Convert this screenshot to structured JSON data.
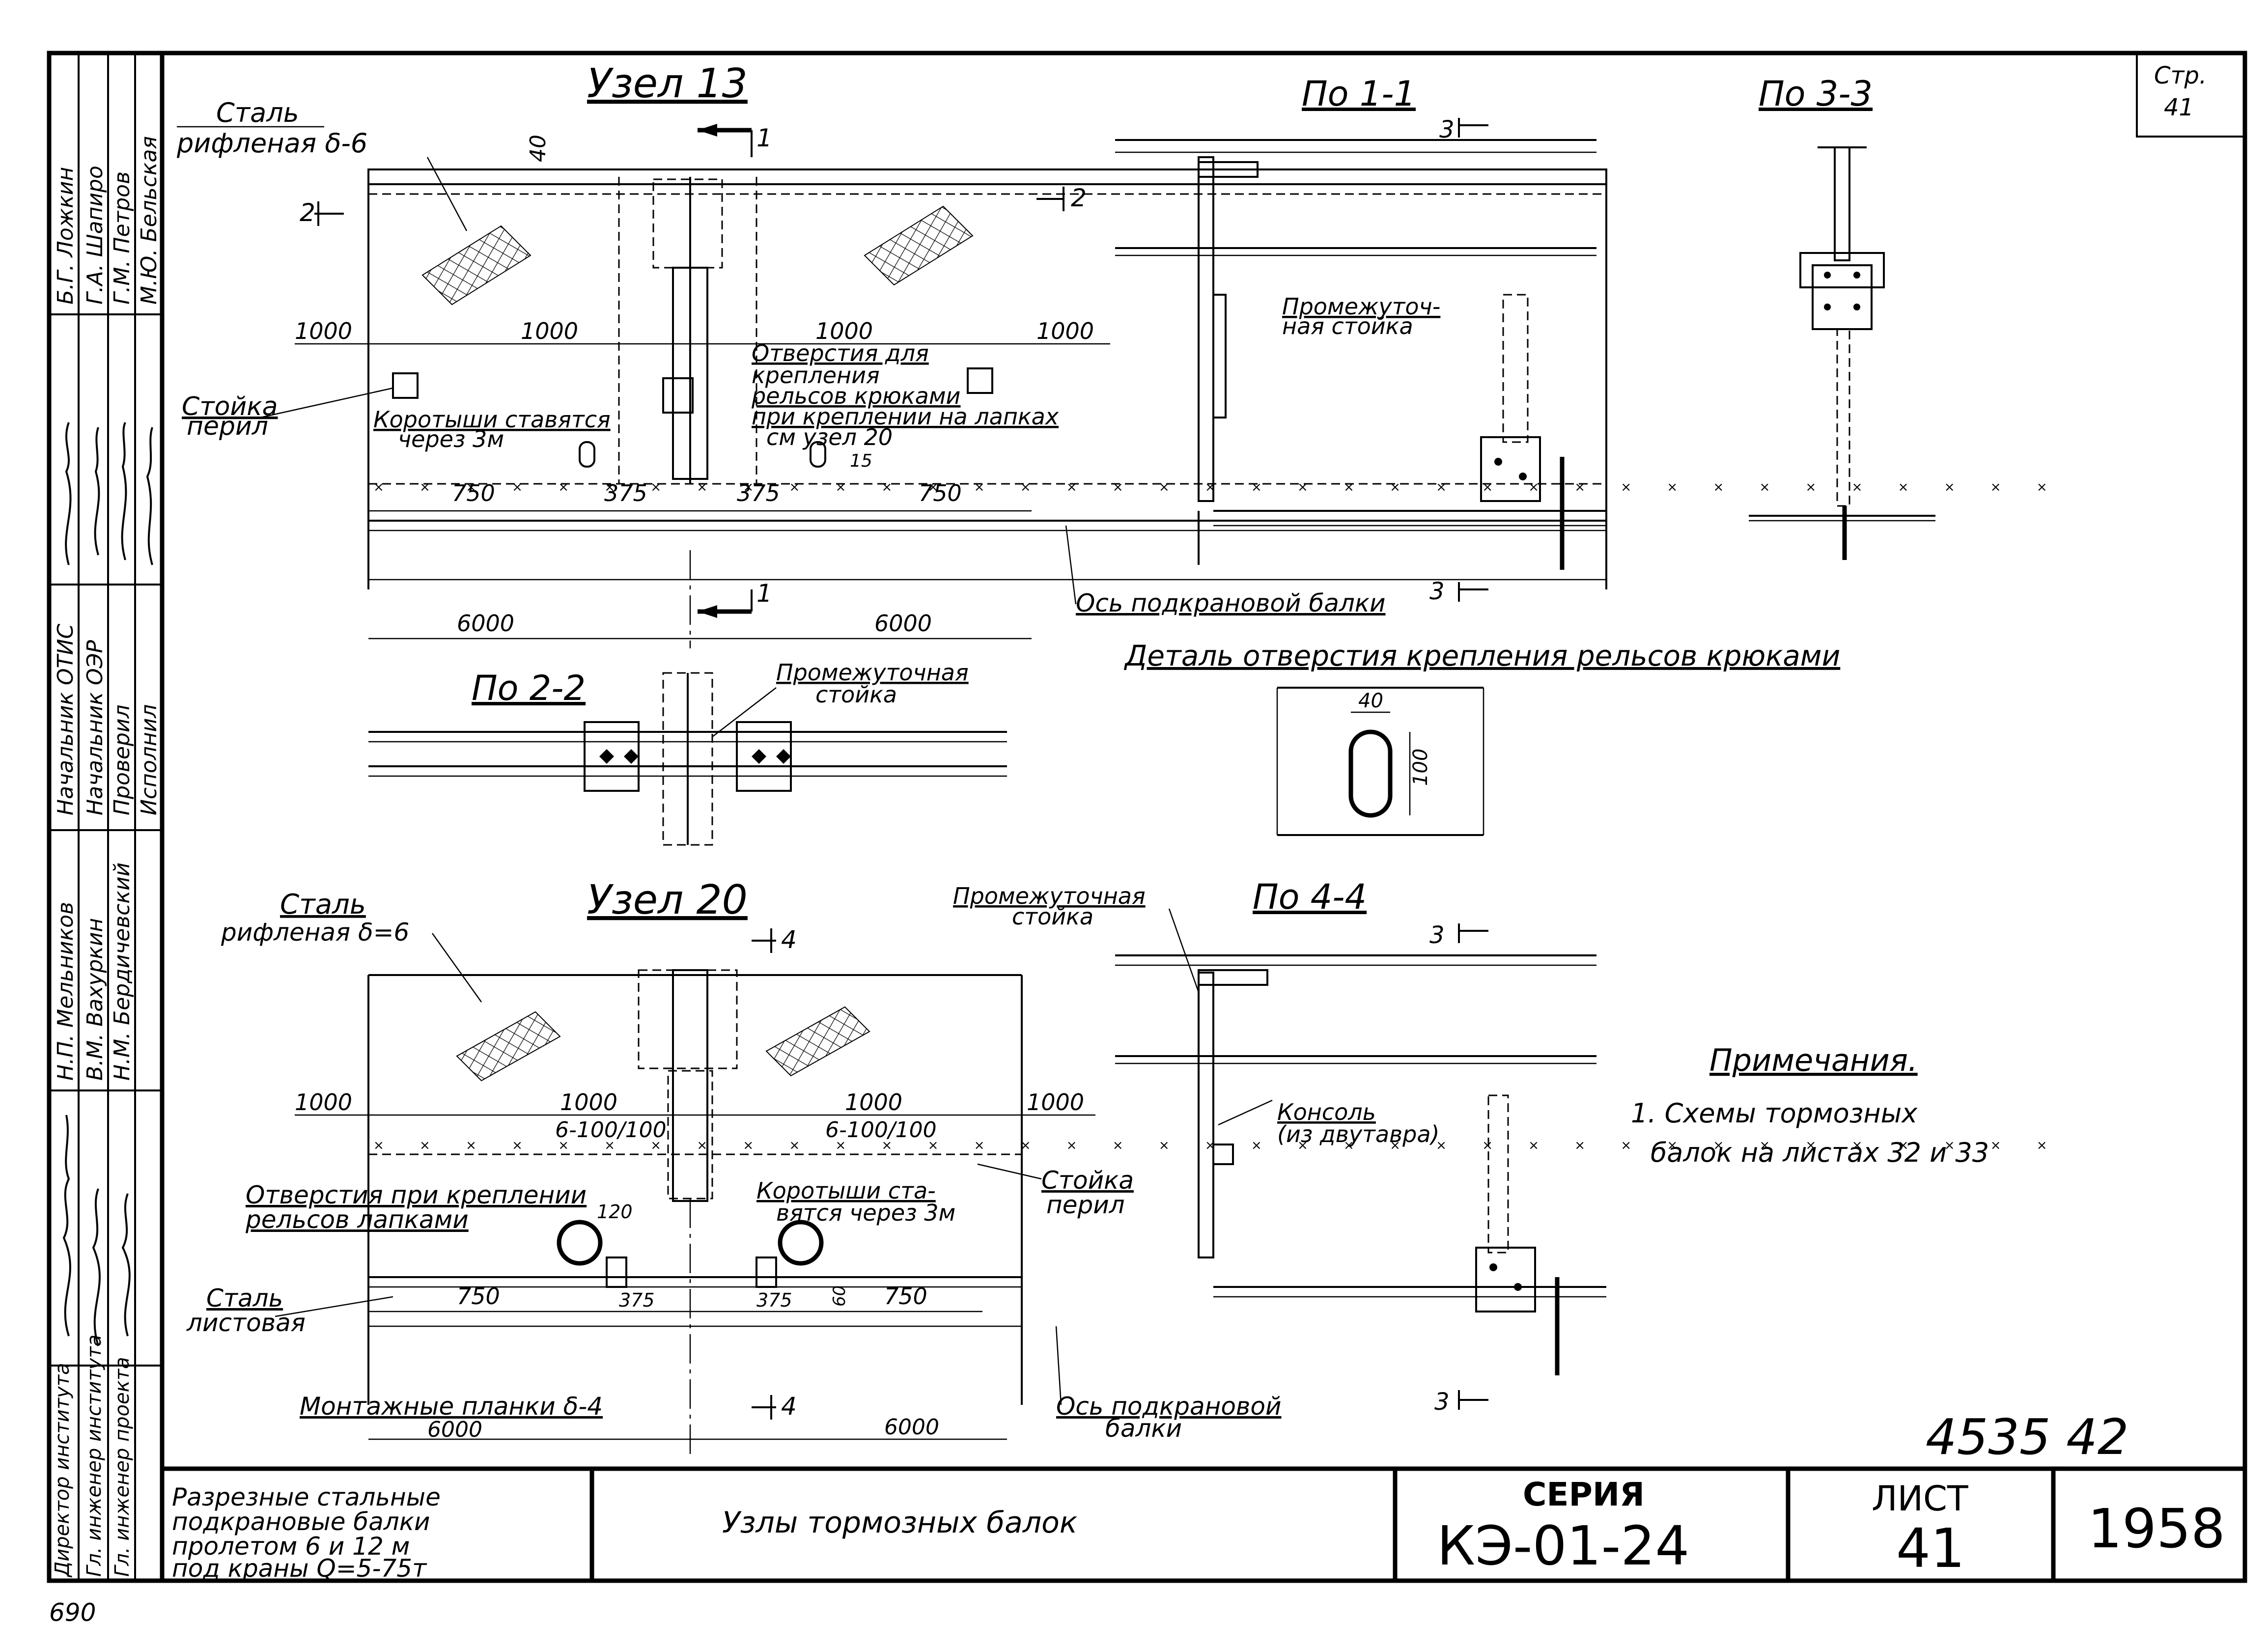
{
  "page_ref": {
    "label": "Стр.",
    "number": "41"
  },
  "node13": {
    "title": "Узел 13",
    "steel_label_1": "Сталь",
    "steel_label_2": "рифленая δ-6",
    "dim_40": "40",
    "sec1": "1",
    "sec2": "2",
    "d1000a": "1000",
    "d1000b": "1000",
    "d1000c": "1000",
    "d1000d": "1000",
    "holes_1": "Отверстия для",
    "holes_2": "крепления",
    "holes_3": "рельсов крюками",
    "holes_4": "при креплении на лапках",
    "holes_5": "см узел 20",
    "post_1": "Стойка",
    "post_2": "перил",
    "stub_1": "Коротыши ставятся",
    "stub_2": "через 3м",
    "d15": "15",
    "d750a": "750",
    "d375a": "375",
    "d375b": "375",
    "d750b": "750",
    "d6000a": "6000",
    "d6000b": "6000"
  },
  "sec11": {
    "title": "По 1-1",
    "mark_top": "3",
    "mark_bottom": "3",
    "post_1": "Промежуточ-",
    "post_2": "ная стойка",
    "axis_label": "Ось подкрановой балки"
  },
  "sec33": {
    "title": "По 3-3"
  },
  "sec22": {
    "title": "По 2-2",
    "post_1": "Промежуточная",
    "post_2": "стойка"
  },
  "detail": {
    "title": "Деталь отверстия крепления рельсов крюками",
    "d40": "40",
    "d100": "100"
  },
  "node20": {
    "title": "Узел 20",
    "steel_1": "Сталь",
    "steel_2": "рифленая δ=6",
    "sec4": "4",
    "d1000a": "1000",
    "d1000b": "1000",
    "d1000c": "1000",
    "d1000d": "1000",
    "pitch_a": "6-100/100",
    "pitch_b": "6-100/100",
    "holes_1": "Отверстия при креплении",
    "holes_2": "рельсов лапками",
    "d120": "120",
    "stub_1": "Коротыши ста-",
    "stub_2": "вятся через 3м",
    "post_1": "Стойка",
    "post_2": "перил",
    "sheet_1": "Сталь",
    "sheet_2": "листовая",
    "d750a": "750",
    "d375a": "375",
    "d375b": "375",
    "d60": "60",
    "d750b": "750",
    "mount": "Монтажные планки δ-4",
    "d6000a": "6000",
    "d6000b": "6000"
  },
  "sec44": {
    "title": "По 4-4",
    "post_1": "Промежуточная",
    "post_2": "стойка",
    "mark_top": "3",
    "mark_bottom": "3",
    "console_1": "Консоль",
    "console_2": "(из двутавра)",
    "axis_1": "Ось подкрановой",
    "axis_2": "балки"
  },
  "notes": {
    "title": "Примечания.",
    "line1": "1. Схемы тормозных",
    "line2": "балок на листах 32 и 33"
  },
  "inventory": "4535 42",
  "side": {
    "role1": "Начальник ОТИС",
    "name1": "Б.Г. Ложкин",
    "role2": "Начальник ОЭР",
    "name2": "Г.А. Шапиро",
    "role3": "Проверил",
    "name3": "Г.М. Петров",
    "role4": "Исполнил",
    "name4": "М.Ю. Бельская",
    "role5": "Директор института",
    "name5": "Н.П. Мельников",
    "role6": "Гл. инженер института",
    "name6": "В.М. Вахуркин",
    "role7": "Гл. инженер проекта",
    "name7": "Н.М. Бердичевский"
  },
  "title_block": {
    "desc": [
      "Разрезные стальные",
      "подкрановые балки",
      "пролетом 6 и 12 м",
      "под краны Q=5-75т"
    ],
    "name": "Узлы тормозных балок",
    "series_label": "СЕРИЯ",
    "series": "КЭ-01-24",
    "sheet_label": "ЛИСТ",
    "sheet": "41",
    "year": "1958"
  },
  "page_number": "690"
}
